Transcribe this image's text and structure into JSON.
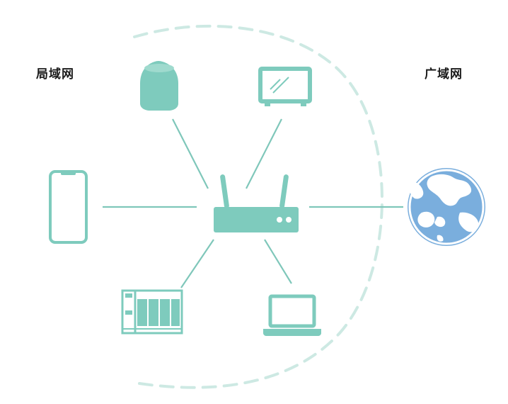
{
  "labels": {
    "lan": "局域网",
    "wan": "广域网"
  },
  "colors": {
    "device": "#7ecbbd",
    "device_dark": "#5fb3a4",
    "link": "#7fc7ba",
    "boundary": "#cde9e3",
    "globe_ocean": "#7aaedd",
    "globe_land": "#ffffff"
  },
  "nodes": [
    {
      "id": "router",
      "icon": "router-icon"
    },
    {
      "id": "smart-speaker",
      "icon": "smart-speaker-icon"
    },
    {
      "id": "tv",
      "icon": "tv-icon"
    },
    {
      "id": "phone",
      "icon": "smartphone-icon"
    },
    {
      "id": "nas",
      "icon": "nas-storage-icon"
    },
    {
      "id": "laptop",
      "icon": "laptop-icon"
    },
    {
      "id": "internet",
      "icon": "globe-icon"
    }
  ],
  "links": [
    [
      "router",
      "smart-speaker"
    ],
    [
      "router",
      "tv"
    ],
    [
      "router",
      "phone"
    ],
    [
      "router",
      "nas"
    ],
    [
      "router",
      "laptop"
    ],
    [
      "router",
      "internet"
    ]
  ]
}
